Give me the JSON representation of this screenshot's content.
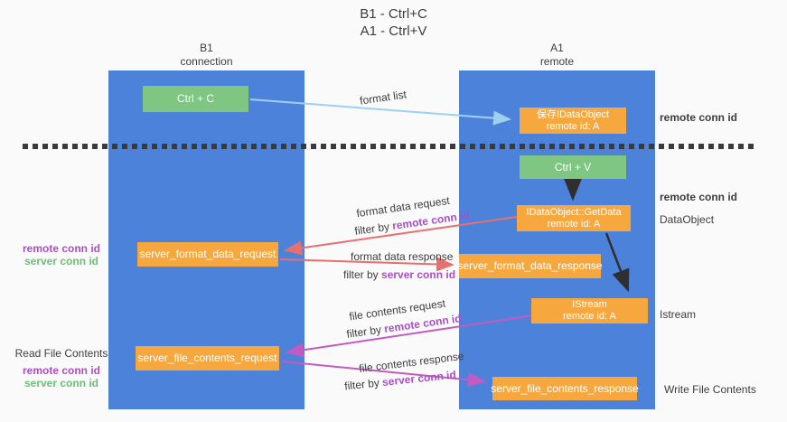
{
  "title": {
    "line1": "B1 - Ctrl+C",
    "line2": "A1 - Ctrl+V"
  },
  "left_column": {
    "header_line1": "B1",
    "header_line2": "connection"
  },
  "right_column": {
    "header_line1": "A1",
    "header_line2": "remote"
  },
  "nodes": {
    "ctrl_c": "Ctrl + C",
    "ctrl_v": "Ctrl + V",
    "save_idataobject_line1": "保存IDataObject",
    "save_idataobject_line2": "remote id: A",
    "getdata_line1": "IDataObject::GetData",
    "getdata_line2": "remote id: A",
    "istream_line1": "IStream",
    "istream_line2": "remote id: A",
    "format_request": "server_format_data_request",
    "format_response": "server_format_data_response",
    "file_request": "server_file_contents_request",
    "file_response": "server_file_contents_response"
  },
  "flow_labels": {
    "format_list": "format list",
    "format_data_request": "format data request",
    "format_data_response": "format data response",
    "file_contents_request": "file contents request",
    "file_contents_response": "file contents response",
    "filter_by": "filter by ",
    "remote_conn_id": "remote conn id",
    "server_conn_id": "server conn id"
  },
  "side_labels": {
    "remote_conn_id_top": "remote conn id",
    "remote_conn_id_mid": "remote conn id",
    "dataobject": "DataObject",
    "istream": "Istream",
    "write_file_contents": "Write File Contents",
    "read_file_contents": "Read File Contents",
    "remote_conn_id_left_mid": "remote conn id",
    "server_conn_id_left_mid": "server conn id",
    "remote_conn_id_left_bottom": "remote conn id",
    "server_conn_id_left_bottom": "server conn id"
  },
  "colors": {
    "column_blue": "#4d82db",
    "box_orange": "#f6a83f",
    "box_green": "#7ec682",
    "arrow_red": "#e66f6f",
    "arrow_magenta": "#c45ac0",
    "arrow_light_blue": "#9fd0f0",
    "arrow_black": "#2f2f2f",
    "text_purple": "#a94fc4",
    "text_green": "#6cbe74",
    "text_dark": "#3d3d3d",
    "background": "#fafafa"
  }
}
